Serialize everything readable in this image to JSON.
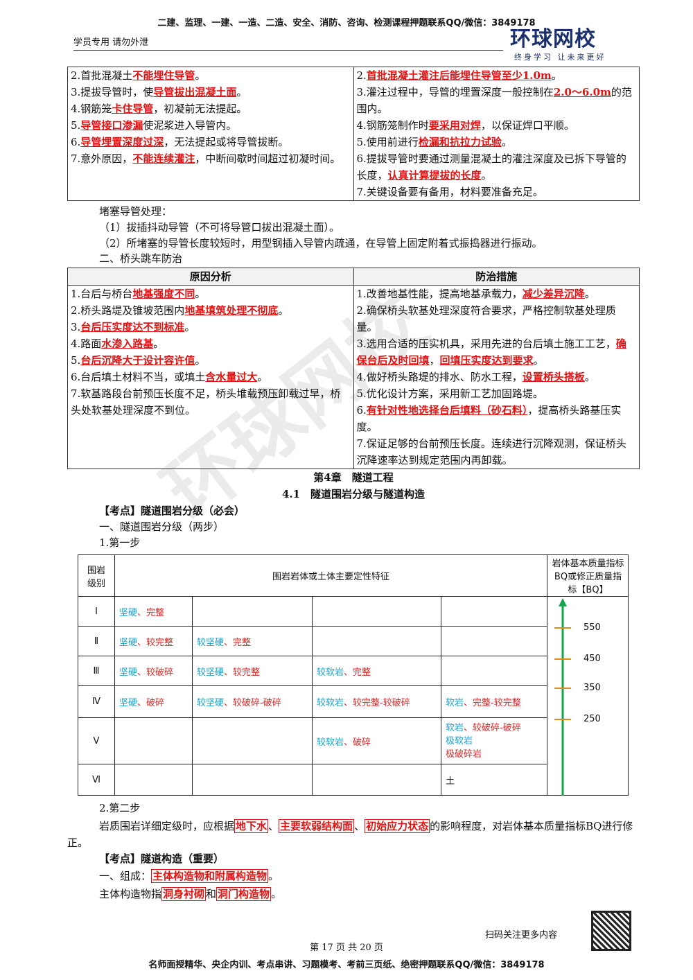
{
  "header": {
    "top_text": "二建、监理、一建、一造、二造、安全、消防、咨询、检测课程押题联系QQ/微信：3849178",
    "student_note": "学员专用 请勿外泄",
    "logo_brand": "环球网校",
    "logo_slogan": "终身学习 让未来更好"
  },
  "table1": {
    "left": [
      "2.首批混凝土不能埋住导管。",
      "3.提拔导管时，使导管拔出混凝土面。",
      "4.钢筋笼卡住导管，初凝前无法提起。",
      "5.导管接口渗漏使泥浆进入导管内。",
      "6.导管埋置深度过深，无法提起或将导管拔断。",
      "7.意外原因，不能连续灌注，中断间歇时间超过初凝时间。"
    ],
    "right": [
      "2.首批混凝土灌注后能埋住导管至少1.0m。",
      "3.灌注过程中，导管的埋置深度一般控制在2.0～6.0m的范围内。",
      "4.钢筋笼制作时要采用对焊，以保证焊口平顺。",
      "5.使用前进行检漏和抗拉力试验。",
      "6.提拔导管时要通过测量混凝土的灌注深度及已拆下导管的长度，认真计算提拔的长度。",
      "7.关键设备要有备用，材料要准备充足。"
    ]
  },
  "blockage": {
    "title": "堵塞导管处理：",
    "item1": "（1）拔插抖动导管（不可将导管口拔出混凝土面）。",
    "item2": "（2）所堵塞的导管长度较短时，用型钢插入导管内疏通，在导管上固定附着式振捣器进行振动。",
    "section2": "二、桥头跳车防治"
  },
  "table2": {
    "head_left": "原因分析",
    "head_right": "防治措施",
    "left": [
      "1.台后与桥台地基强度不同。",
      "2.桥头路堤及锥坡范围内地基填筑处理不彻底。",
      "3.台后压实度达不到标准。",
      "4.路面水渗入路基。",
      "5.台后沉降大于设计容许值。",
      "6.台后填土材料不当，或填土含水量过大。",
      "7.软基路段台前预压长度不足，桥头堆载预压卸载过早，桥头处软基处理深度不到位。"
    ],
    "right": [
      "1.改善地基性能，提高地基承载力，减少差异沉降。",
      "2.确保桥头软基处理深度符合要求，严格控制软基处理质量。",
      "3.选用合适的压实机具，采用先进的台后填土施工工艺，确保台后及时回填，回填压实度达到要求。",
      "4.做好桥头路堤的排水、防水工程，设置桥头搭板。",
      "5.优化设计方案，采用新工艺加固路堤。",
      "6.有针对性地选择台后填料（砂石料），提高桥头路基压实度。",
      "7.保证足够的台前预压长度。连续进行沉降观测，保证桥头沉降速率达到规定范围内再卸载。"
    ]
  },
  "chapter": {
    "title": "第4章　隧道工程",
    "section": "4.1　隧道围岩分级与隧道构造",
    "kaodian1": "【考点】隧道围岩分级（必会）",
    "sub1": "一、隧道围岩分级（两步）",
    "step1": "1.第一步"
  },
  "rock_table": {
    "col_grade": "围岩级别",
    "col_feature": "围岩岩体或土体主要定性特征",
    "col_bq": "岩体基本质量指标BQ或修正质量指标【BQ】",
    "grades": [
      "Ⅰ",
      "Ⅱ",
      "Ⅲ",
      "Ⅳ",
      "Ⅴ",
      "Ⅵ"
    ],
    "bq_ticks": [
      "550",
      "450",
      "350",
      "250"
    ],
    "cells": {
      "r1c1a": "坚硬",
      "r1c1b": "、完整",
      "r2c1a": "坚硬",
      "r2c1b": "、较完整",
      "r2c2a": "较坚硬",
      "r2c2b": "、完整",
      "r3c1a": "坚硬",
      "r3c1b": "、较破碎",
      "r3c2a": "较坚硬",
      "r3c2b": "、较完整",
      "r3c3a": "较软岩",
      "r3c3b": "、完整",
      "r4c1a": "坚硬",
      "r4c1b": "、破碎",
      "r4c2a": "较坚硬",
      "r4c2b": "、较破碎-破碎",
      "r4c3a": "较软岩",
      "r4c3b": "、较完整-较破碎",
      "r4c4a": "软岩",
      "r4c4b": "、完整-较完整",
      "r5c3a": "较软岩",
      "r5c3b": "、破碎",
      "r5c4a": "软岩",
      "r5c4b": "、较破碎-破碎",
      "r5c4c": "极软岩",
      "r5c4d": "极破碎岩",
      "r6c4": "土"
    }
  },
  "step2": {
    "label": "2.第二步",
    "text_a": "岩质围岩详细定级时，应根据",
    "k1": "地下水",
    "sep1": "、",
    "k2": "主要软弱结构面",
    "sep2": "、",
    "k3": "初始应力状态",
    "text_b": "的影响程度，对岩体基本质量指标BQ进行修正。"
  },
  "structure": {
    "kaodian2": "【考点】隧道构造（重要）",
    "comp_a": "一、组成：",
    "comp_k": "主体构造物和附属构造物",
    "comp_end": "。",
    "main_a": "主体构造物指",
    "main_k1": "洞身衬砌",
    "main_and": "和",
    "main_k2": "洞门构造物",
    "main_end": "。"
  },
  "footer": {
    "scan": "扫码关注更多内容",
    "page": "第 17 页 共 20 页",
    "bottom_text": "名师面授精华、央企内训、考点串讲、习题模考、考前三页纸、绝密押题联系QQ/微信：3849178"
  }
}
